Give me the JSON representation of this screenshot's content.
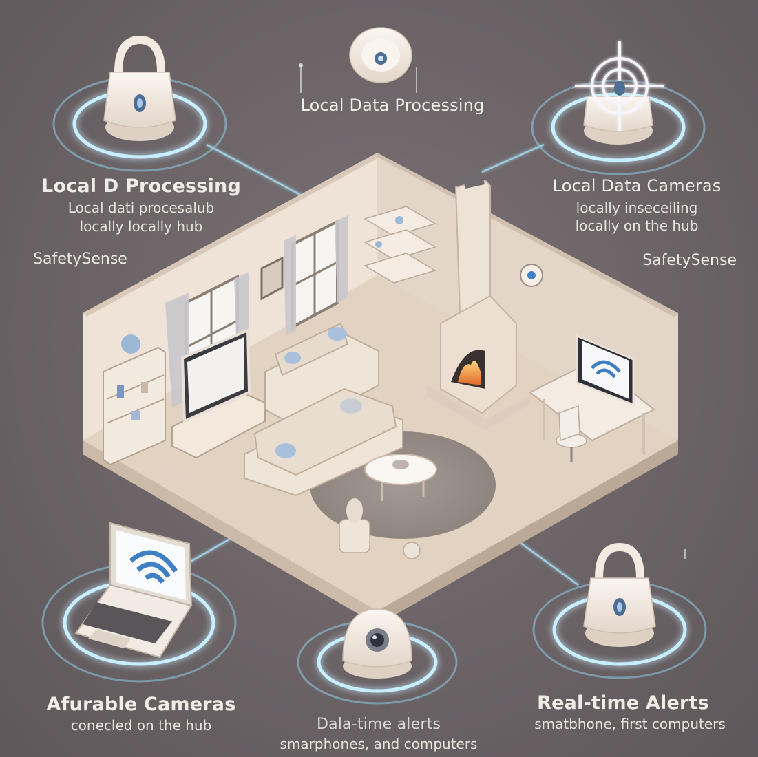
{
  "labels": {
    "top_center": {
      "title": "Local Data Processing"
    },
    "top_left": {
      "title": "Local D Processing",
      "line1": "Local dati procesalub",
      "line2": "locally locally hub",
      "brand": "SafetySense"
    },
    "top_right": {
      "title": "Local Data Cameras",
      "line1": "locally inseceiling",
      "line2": "locally on the hub",
      "brand": "SafetySense"
    },
    "bottom_left": {
      "title": "Afurable Cameras",
      "line1": "conecled on the hub"
    },
    "bottom_center": {
      "title": "Dala-time alerts",
      "line1": "smarphones, and computers"
    },
    "bottom_right": {
      "title": "Real-time Alerts",
      "line1": "smatbhone, first computers"
    }
  },
  "colors": {
    "background": "#6b6366",
    "glow_ring": "#9fdcf5",
    "room_floor": "#e2d2c2",
    "room_wall": "#eee2d6",
    "device_body": "#f3ebe2",
    "accent_blue": "#3f7fc4"
  },
  "devices": [
    {
      "name": "smart-lock",
      "icon": "padlock-icon"
    },
    {
      "name": "smoke-detector",
      "icon": "sensor-icon"
    },
    {
      "name": "motion-sensor",
      "icon": "radar-icon"
    },
    {
      "name": "laptop",
      "icon": "laptop-wifi-icon"
    },
    {
      "name": "dome-camera",
      "icon": "camera-icon"
    },
    {
      "name": "smart-lock-2",
      "icon": "padlock-icon"
    }
  ]
}
